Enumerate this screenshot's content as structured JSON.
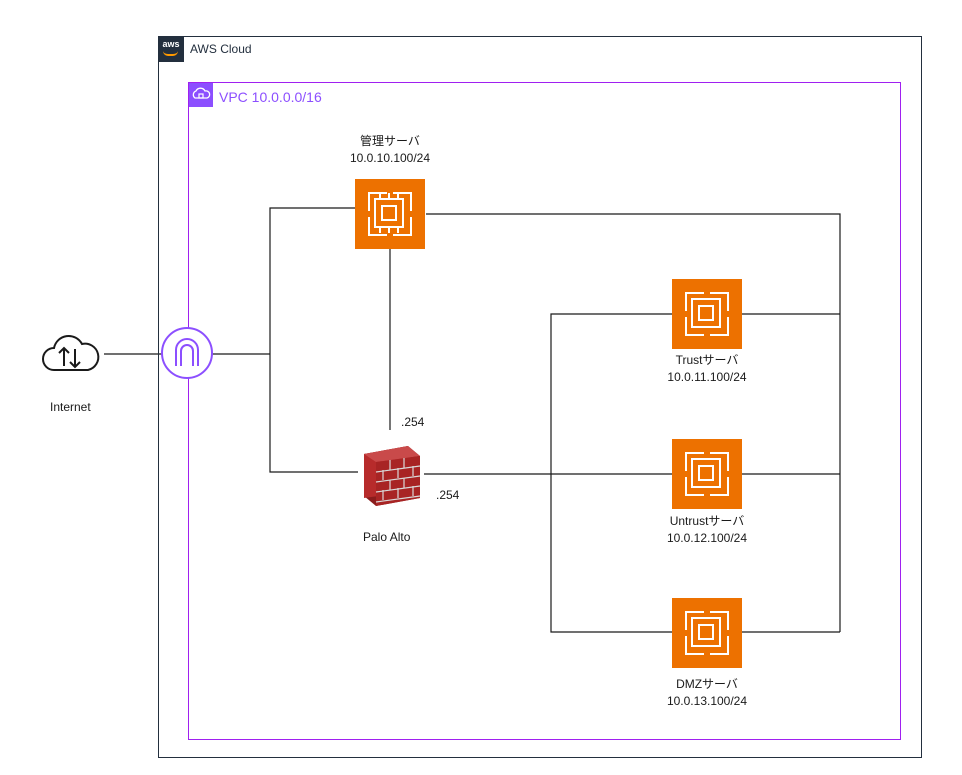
{
  "aws_cloud": {
    "label": "AWS Cloud",
    "logo_text": "aws"
  },
  "vpc": {
    "label": "VPC 10.0.0.0/16"
  },
  "internet": {
    "label": "Internet"
  },
  "firewall": {
    "label": "Palo Alto",
    "ip_top": ".254",
    "ip_right": ".254"
  },
  "servers": {
    "mgmt": {
      "name": "管理サーバ",
      "ip": "10.0.10.100/24"
    },
    "trust": {
      "name": "Trustサーバ",
      "ip": "10.0.11.100/24"
    },
    "untrust": {
      "name": "Untrustサーバ",
      "ip": "10.0.12.100/24"
    },
    "dmz": {
      "name": "DMZサーバ",
      "ip": "10.0.13.100/24"
    }
  },
  "colors": {
    "ec2": "#ed7100",
    "vpc": "#8c4fff",
    "cloud_border": "#232f3e",
    "logo_accent": "#ff9900"
  }
}
